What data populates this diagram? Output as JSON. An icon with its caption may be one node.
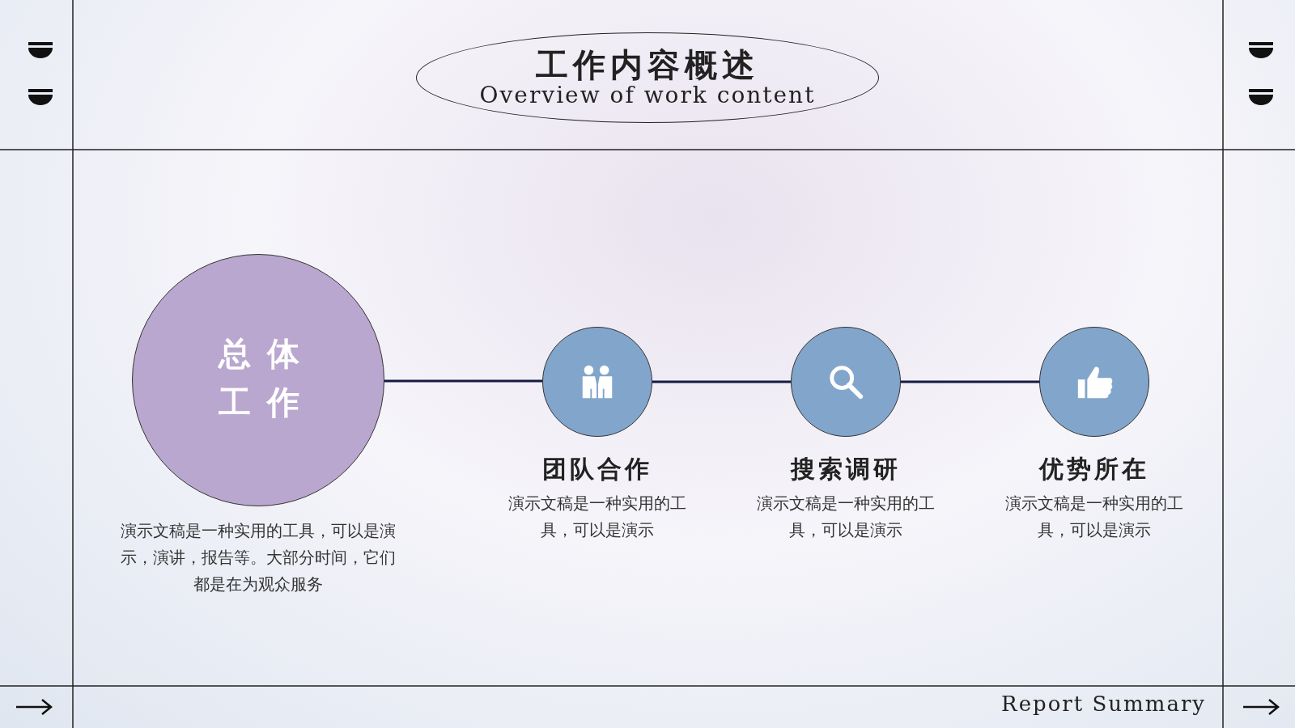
{
  "diagram": {
    "nodes": [
      {
        "text": [
          "工作内容概述",
          "Overview of work content"
        ]
      },
      {
        "text": [
          "总体工作"
        ],
        "beside": [
          "演示文稿是一种实用的工具，可以是演示，演讲，报告等。大部分时间，它们都是在为观众服务"
        ]
      },
      {
        "text": [
          "团队合作"
        ],
        "beside": [
          "演示文稿是一种实用的工具，可以是演示"
        ]
      },
      {
        "text": [
          "搜索调研"
        ],
        "beside": [
          "演示文稿是一种实用的工具，可以是演示"
        ]
      },
      {
        "text": [
          "优势所在"
        ],
        "beside": [
          "演示文稿是一种实用的工具，可以是演示"
        ]
      }
    ],
    "edges": [
      {
        "from": 1,
        "to": 2,
        "arrow": "none"
      },
      {
        "from": 2,
        "to": 3,
        "arrow": "none"
      },
      {
        "from": 3,
        "to": 4,
        "arrow": "none"
      }
    ],
    "labels": [
      "Report Summary"
    ]
  }
}
